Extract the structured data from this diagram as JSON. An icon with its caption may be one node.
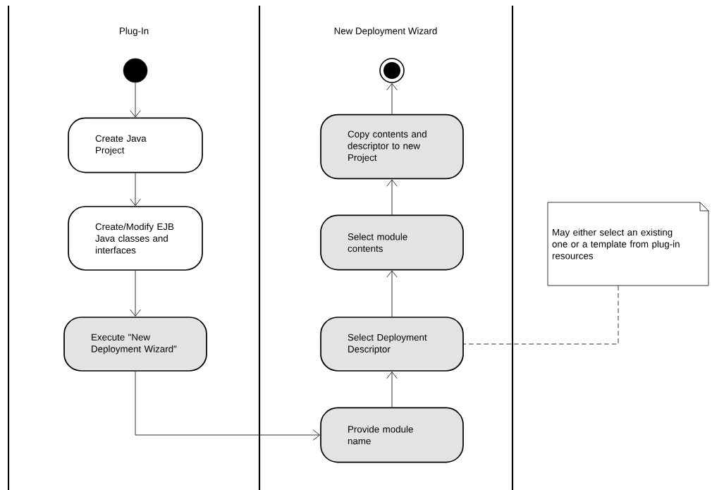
{
  "diagram": {
    "nodes": [
      {
        "text": [
          "Plug-In"
        ]
      },
      {
        "text": [
          "New Deployment Wizard"
        ]
      },
      {
        "text": [],
        "shape": "circle",
        "in": 0
      },
      {
        "text": [
          "Create Java Project"
        ],
        "in": 0
      },
      {
        "text": [
          "Create/Modify EJB Java classes and interfaces"
        ],
        "in": 0
      },
      {
        "text": [
          "Execute \"New Deployment Wizard\""
        ],
        "in": 0
      },
      {
        "text": [],
        "shape": "bullseye",
        "in": 1
      },
      {
        "text": [
          "Copy contents and descriptor to new Project"
        ],
        "in": 1
      },
      {
        "text": [
          "Select module contents"
        ],
        "in": 1
      },
      {
        "text": [
          "Select Deployment Descriptor"
        ],
        "in": 1
      },
      {
        "text": [
          "Provide module name"
        ],
        "in": 1
      },
      {
        "text": [
          "May either select an existing one or a template from plug-in resources"
        ]
      }
    ],
    "edges": [
      {
        "from": 2,
        "to": 3,
        "arrow": "to"
      },
      {
        "from": 3,
        "to": 4,
        "arrow": "to"
      },
      {
        "from": 4,
        "to": 5,
        "arrow": "to"
      },
      {
        "from": 5,
        "to": 10,
        "arrow": "to"
      },
      {
        "from": 10,
        "to": 9,
        "arrow": "to"
      },
      {
        "from": 9,
        "to": 8,
        "arrow": "to"
      },
      {
        "from": 8,
        "to": 7,
        "arrow": "to"
      },
      {
        "from": 7,
        "to": 6,
        "arrow": "to"
      },
      {
        "from": 11,
        "to": 9,
        "arrow": "none",
        "style": "dashed"
      }
    ]
  }
}
